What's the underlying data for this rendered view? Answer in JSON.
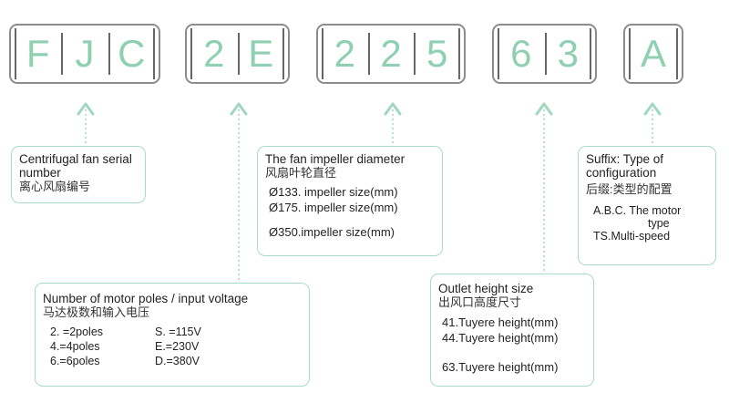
{
  "code_groups": [
    {
      "chars": [
        "F",
        "J",
        "C"
      ]
    },
    {
      "chars": [
        "2",
        "E"
      ]
    },
    {
      "chars": [
        "2",
        "2",
        "5"
      ]
    },
    {
      "chars": [
        "6",
        "3"
      ]
    },
    {
      "chars": [
        "A"
      ]
    }
  ],
  "boxes": {
    "serial": {
      "title": "Centrifugal fan serial number",
      "cn": "离心风扇编号"
    },
    "poles": {
      "title": "Number of motor poles / input voltage",
      "cn": "马达极数和输入电压",
      "poles": [
        "2. =2poles",
        "4.=4poles",
        "6.=6poles"
      ],
      "voltages": [
        "S. =115V",
        "E.=230V",
        "D.=380V"
      ]
    },
    "impeller": {
      "title": "The fan impeller diameter",
      "cn": "风扇叶轮直径",
      "items": [
        "Ø133. impeller size(mm)",
        "Ø175. impeller size(mm)"
      ],
      "last_item": "Ø350.impeller size(mm)"
    },
    "outlet": {
      "title": "Outlet height size",
      "cn": "出风口高度尺寸",
      "items": [
        "41.Tuyere height(mm)",
        "44.Tuyere height(mm)"
      ],
      "last_item": "63.Tuyere height(mm)"
    },
    "suffix": {
      "title": "Suffix: Type of configuration",
      "cn": "后缀:类型的配置",
      "abc": "A.B.C. The motor",
      "abc_type": "type",
      "ts": "TS.Multi-speed"
    }
  },
  "colors": {
    "accent": "#8fd0b2",
    "box_border": "#a9dcc5",
    "code_border": "#8c8c8c",
    "connector": "#9fd8bf"
  }
}
